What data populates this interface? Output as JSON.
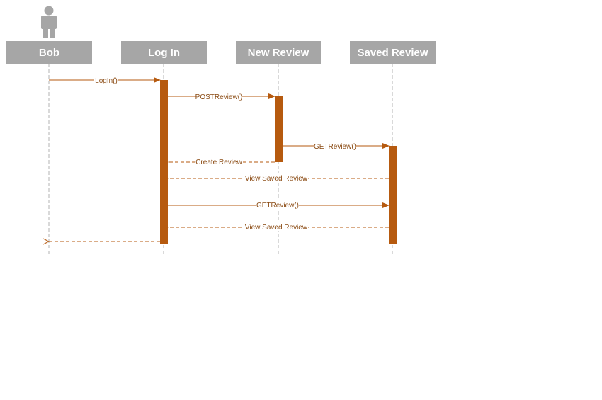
{
  "actor": {
    "name": "Bob",
    "icon": "person-icon"
  },
  "participants": [
    {
      "id": "bob",
      "label": "Bob"
    },
    {
      "id": "login",
      "label": "Log In"
    },
    {
      "id": "newreview",
      "label": "New Review"
    },
    {
      "id": "savedreview",
      "label": "Saved Review"
    }
  ],
  "messages": [
    {
      "from": "bob",
      "to": "login",
      "label": "LogIn()",
      "kind": "call"
    },
    {
      "from": "login",
      "to": "newreview",
      "label": "POSTReview()",
      "kind": "call"
    },
    {
      "from": "newreview",
      "to": "savedreview",
      "label": "GETReview()",
      "kind": "call"
    },
    {
      "from": "newreview",
      "to": "login",
      "label": "Create Review",
      "kind": "return"
    },
    {
      "from": "savedreview",
      "to": "login",
      "label": "View Saved Review",
      "kind": "return"
    },
    {
      "from": "login",
      "to": "savedreview",
      "label": "GETReview()",
      "kind": "call"
    },
    {
      "from": "savedreview",
      "to": "login",
      "label": "View Saved Review",
      "kind": "return"
    },
    {
      "from": "login",
      "to": "bob",
      "label": "",
      "kind": "return"
    }
  ],
  "colors": {
    "participant_box": "#a6a6a6",
    "accent": "#b65a0f",
    "lifeline": "#b3b3b3"
  }
}
